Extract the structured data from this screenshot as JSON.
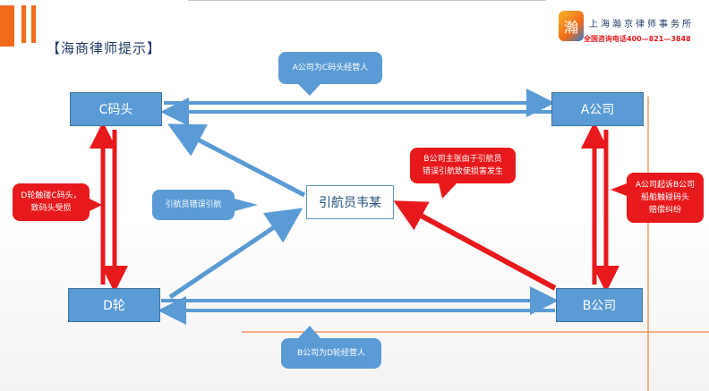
{
  "header": {
    "title": "【海商律师提示】",
    "logo_glyph": "瀚",
    "firm_name": "上海瀚京律师事务所",
    "hotline": "全国咨询电话400—821—3848"
  },
  "nodes": {
    "c_wharf": "C码头",
    "a_company": "A公司",
    "pilot": "引航员韦某",
    "d_ship": "D轮",
    "b_company": "B公司"
  },
  "callouts": {
    "top": "A公司为C码头经营人",
    "pilot_error": "引航员错误引航",
    "d_hits_c": "D轮触碰C码头，\n致码头受损",
    "b_claims": "B公司主张由于引航员\n错误引航致使损害发生",
    "a_sues_b": "A公司起诉B公司\n船舶触碰码头\n赔偿纠纷",
    "bottom": "B公司为D轮经营人"
  },
  "colors": {
    "brand_orange": "#f26a1b",
    "box_blue": "#5b9bd5",
    "alert_red": "#e8191c"
  }
}
